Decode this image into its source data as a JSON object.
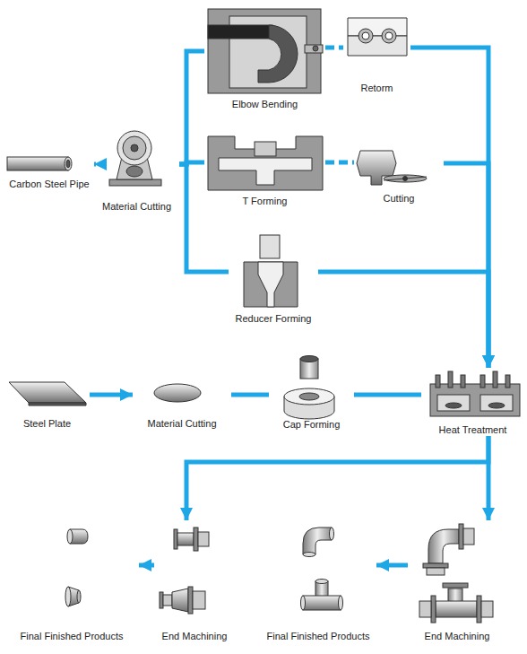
{
  "diagram": {
    "nodes": [
      {
        "text": [
          "Carbon Steel Pipe"
        ]
      },
      {
        "text": [
          "Material Cutting"
        ]
      },
      {
        "text": [
          "Elbow Bending"
        ]
      },
      {
        "text": [
          "Retorm"
        ]
      },
      {
        "text": [
          "T Forming"
        ]
      },
      {
        "text": [
          "Cutting"
        ]
      },
      {
        "text": [
          "Reducer Forming"
        ]
      },
      {
        "text": [
          "Steel Plate"
        ]
      },
      {
        "text": [
          "Material Cutting"
        ]
      },
      {
        "text": [
          "Cap Forming"
        ]
      },
      {
        "text": [
          "Heat Treatment"
        ]
      },
      {
        "text": [
          "End Machining"
        ]
      },
      {
        "text": [
          "Final Finished Products"
        ]
      },
      {
        "text": [
          "End Machining"
        ]
      },
      {
        "text": [
          "Final Finished Products"
        ]
      }
    ],
    "edges": [
      {
        "from": 0,
        "to": 1,
        "arrow": "to"
      },
      {
        "from": 1,
        "to": 2,
        "arrow": "none"
      },
      {
        "from": 1,
        "to": 4,
        "arrow": "none"
      },
      {
        "from": 1,
        "to": 6,
        "arrow": "none"
      },
      {
        "from": 2,
        "to": 3,
        "arrow": "none"
      },
      {
        "from": 4,
        "to": 5,
        "arrow": "none"
      },
      {
        "from": 3,
        "to": 10,
        "arrow": "to"
      },
      {
        "from": 5,
        "to": 10,
        "arrow": "to"
      },
      {
        "from": 6,
        "to": 10,
        "arrow": "to"
      },
      {
        "from": 7,
        "to": 8,
        "arrow": "to"
      },
      {
        "from": 8,
        "to": 9,
        "arrow": "none"
      },
      {
        "from": 9,
        "to": 10,
        "arrow": "none"
      },
      {
        "from": 10,
        "to": 11,
        "arrow": "to"
      },
      {
        "from": 10,
        "to": 13,
        "arrow": "to"
      },
      {
        "from": 11,
        "to": 12,
        "arrow": "to"
      },
      {
        "from": 13,
        "to": 14,
        "arrow": "to"
      }
    ]
  }
}
